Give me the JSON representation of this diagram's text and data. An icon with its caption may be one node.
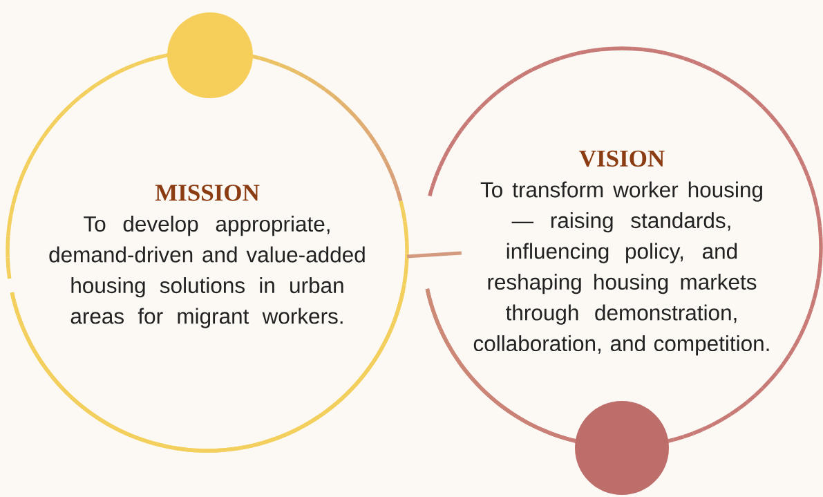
{
  "diagram": {
    "nodes": [
      {
        "text": [
          "MISSION",
          "To develop appropriate, demand-driven and value-added housing solutions in urban areas for migrant workers."
        ]
      },
      {
        "text": [
          "VISION",
          "To transform worker housing — raising standards, influencing policy, and reshaping housing markets through demonstration, collaboration, and competition."
        ]
      },
      {
        "text": [],
        "shape": "circle"
      },
      {
        "text": [],
        "shape": "circle"
      }
    ],
    "edges": [
      {
        "from": 0,
        "to": 1,
        "arrow": "none"
      }
    ]
  }
}
